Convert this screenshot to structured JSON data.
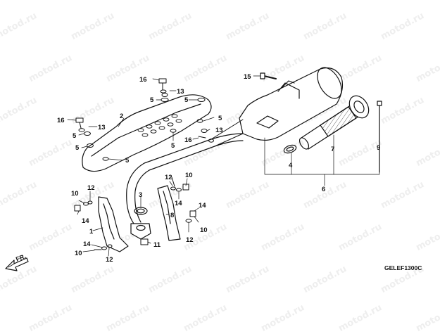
{
  "watermark": "motod.ru",
  "diagram_code": "GELEF1300C",
  "front_indicator": "FR.",
  "callouts": {
    "c1": "1",
    "c2": "2",
    "c3": "3",
    "c4": "4",
    "c5a": "5",
    "c5b": "5",
    "c5c": "5",
    "c5d": "5",
    "c5e": "5",
    "c5f": "5",
    "c5g": "5",
    "c6": "6",
    "c7": "7",
    "c8": "8",
    "c9": "9",
    "c10a": "10",
    "c10b": "10",
    "c10c": "10",
    "c10d": "10",
    "c11": "11",
    "c12a": "12",
    "c12b": "12",
    "c12c": "12",
    "c12d": "12",
    "c13a": "13",
    "c13b": "13",
    "c13c": "13",
    "c14a": "14",
    "c14b": "14",
    "c14c": "14",
    "c14d": "14",
    "c15": "15",
    "c16a": "16",
    "c16b": "16",
    "c16c": "16"
  },
  "colors": {
    "line": "#111111",
    "hatch": "#555555",
    "watermark": "#c8c8c8"
  }
}
